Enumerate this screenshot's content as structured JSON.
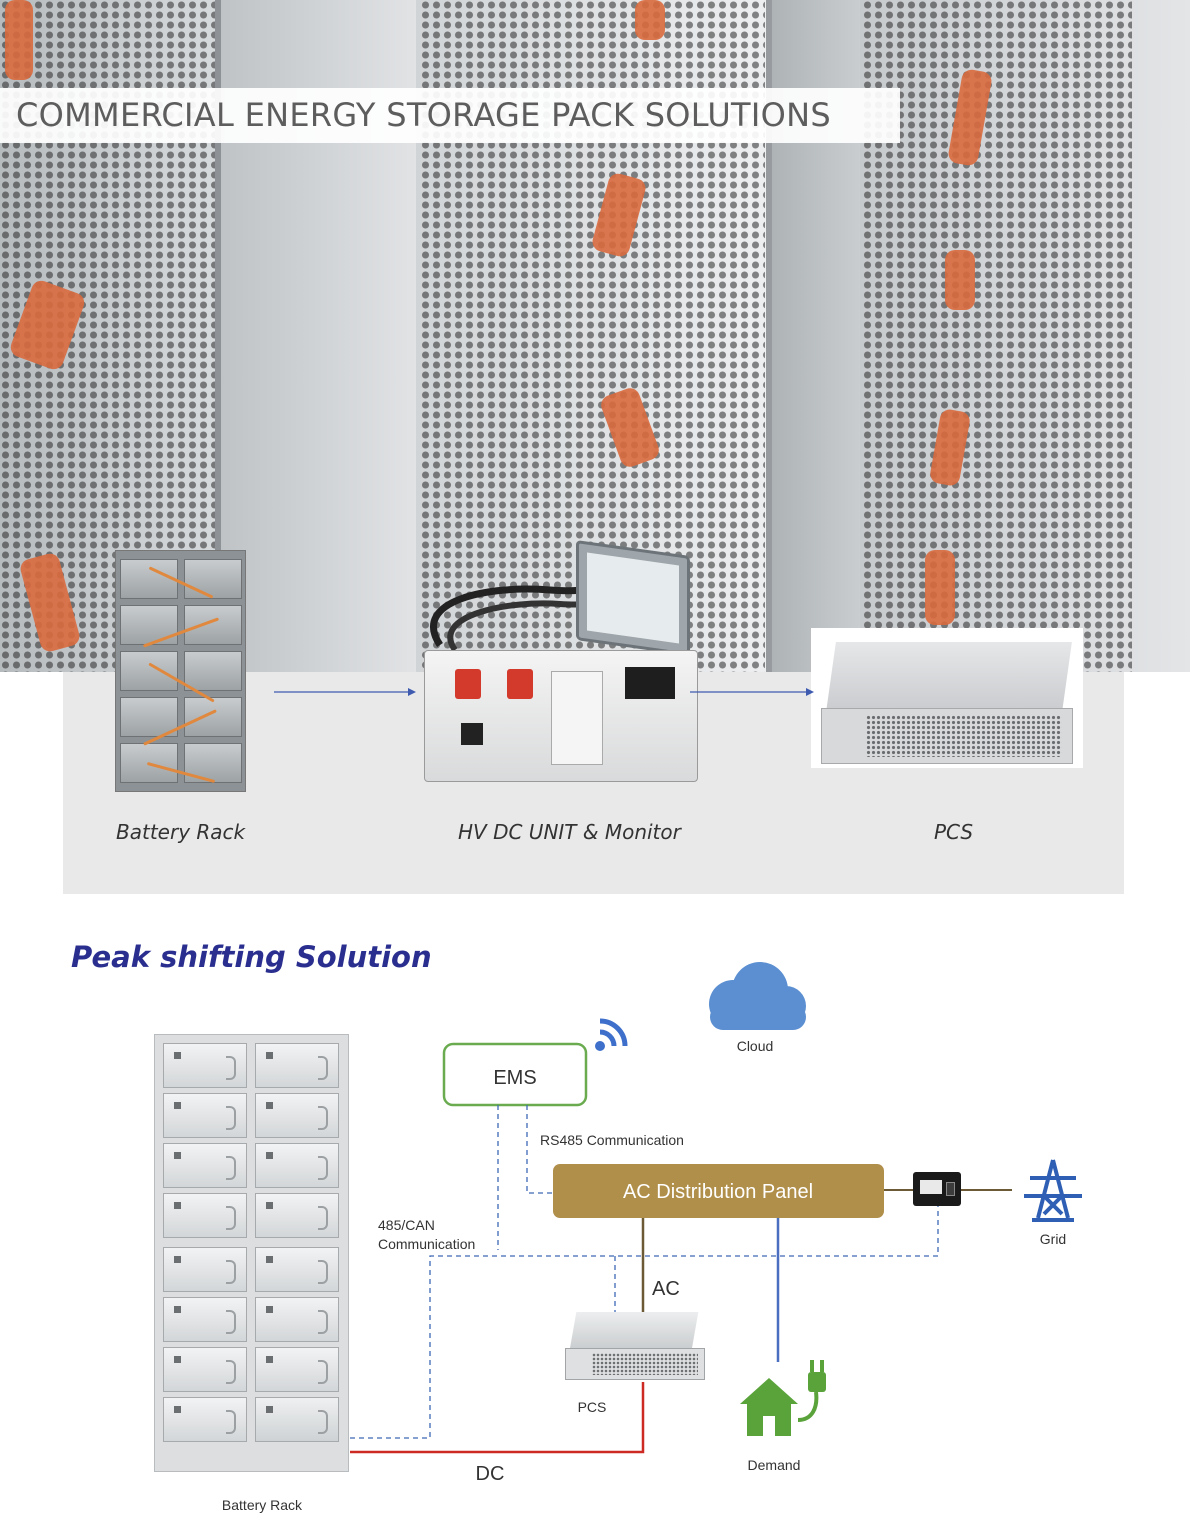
{
  "header": {
    "title": "COMMERCIAL ENERGY STORAGE PACK SOLUTIONS"
  },
  "products": {
    "battery_rack_label": "Battery Rack",
    "hv_unit_label": "HV DC UNIT & Monitor",
    "pcs_label": "PCS"
  },
  "section": {
    "title": "Peak shifting Solution"
  },
  "diagram": {
    "cloud_label": "Cloud",
    "ems_label": "EMS",
    "rs485_label": "RS485 Communication",
    "ac_panel_label": "AC Distribution Panel",
    "can_label_line1": "485/CAN",
    "can_label_line2": "Communication",
    "grid_label": "Grid",
    "ac_label": "AC",
    "pcs_label": "PCS",
    "demand_label": "Demand",
    "dc_label": "DC",
    "rack_label": "Battery Rack"
  },
  "colors": {
    "title_text": "#5d5d5d",
    "section_title": "#2a2f8f",
    "ems_border": "#6aab4f",
    "ac_panel": "#b08f4a",
    "cloud": "#5b8fd1",
    "wifi": "#3d6fcb",
    "grid_tower": "#2f5fb4",
    "demand_house": "#5aa33b",
    "dashed_comm": "#3e68b5",
    "dc_line": "#cc2a22",
    "ac_line": "#6b5a35",
    "demand_line": "#4a6fc0",
    "arrow": "#3e5bb0"
  }
}
